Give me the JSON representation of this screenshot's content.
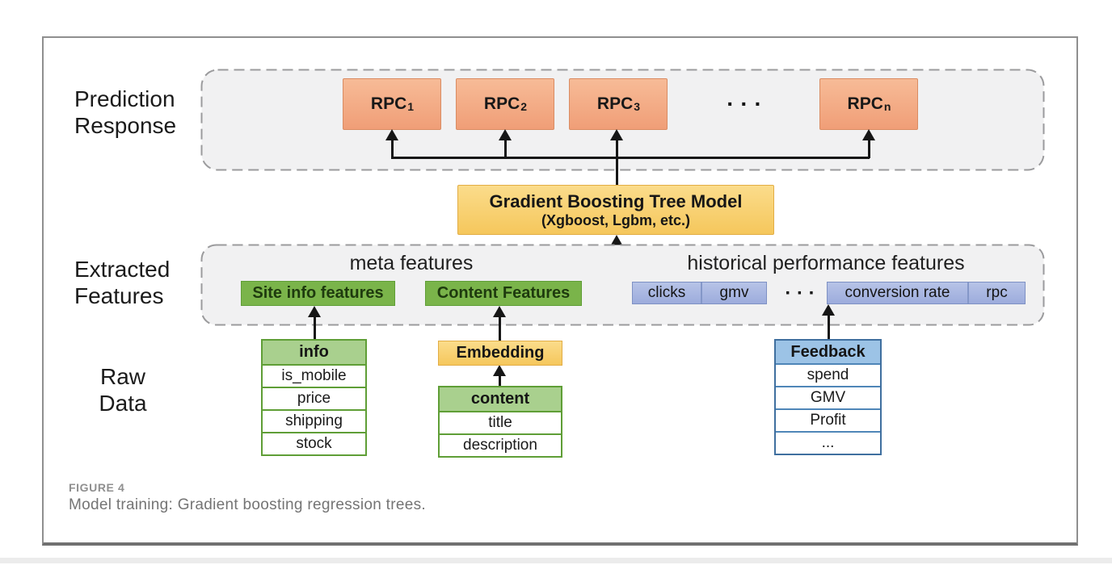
{
  "row_labels": {
    "prediction_line1": "Prediction",
    "prediction_line2": "Response",
    "extracted_line1": "Extracted",
    "extracted_line2": "Features",
    "raw_line1": "Raw",
    "raw_line2": "Data"
  },
  "prediction_row": {
    "boxes": [
      {
        "base": "RPC",
        "sub": "1"
      },
      {
        "base": "RPC",
        "sub": "2"
      },
      {
        "base": "RPC",
        "sub": "3"
      },
      {
        "base": "RPC",
        "sub": "n"
      }
    ],
    "ellipsis": "· · ·"
  },
  "model_box": {
    "line1": "Gradient Boosting Tree Model",
    "line2": "(Xgboost, Lgbm, etc.)"
  },
  "extracted_row": {
    "meta_title": "meta features",
    "historical_title": "historical performance features",
    "site_info_label": "Site info features",
    "content_label": "Content Features",
    "historical_cells_left": [
      "clicks",
      "gmv"
    ],
    "ellipsis": "· · ·",
    "historical_cells_right": [
      "conversion rate",
      "rpc"
    ]
  },
  "raw_row": {
    "info_table": {
      "header": "info",
      "rows": [
        "is_mobile",
        "price",
        "shipping",
        "stock"
      ]
    },
    "embedding_label": "Embedding",
    "content_table": {
      "header": "content",
      "rows": [
        "title",
        "description"
      ]
    },
    "feedback_table": {
      "header": "Feedback",
      "rows": [
        "spend",
        "GMV",
        "Profit",
        "..."
      ]
    }
  },
  "caption": {
    "label": "FIGURE 4",
    "text": "Model training: Gradient boosting regression trees."
  },
  "colors": {
    "rpc_fill_top": "#f7bb97",
    "rpc_fill_bottom": "#f09e77",
    "rpc_border": "#d98c63",
    "yellow_fill_top": "#fbdc8b",
    "yellow_fill_bottom": "#f5c75c",
    "yellow_border": "#e2ad45",
    "green_box_fill": "#7ab44a",
    "green_box_border": "#5f9e36",
    "green_header_fill": "#a9d08e",
    "blue_cell_fill": "#a9b8e2",
    "blue_cell_border": "#7e91c4",
    "blue_header_fill": "#9cc3e6",
    "blue_table_border": "#3f6f9f",
    "container_fill": "#f1f1f2",
    "container_dash": "#9b9b9d",
    "arrow_color": "#161616"
  }
}
